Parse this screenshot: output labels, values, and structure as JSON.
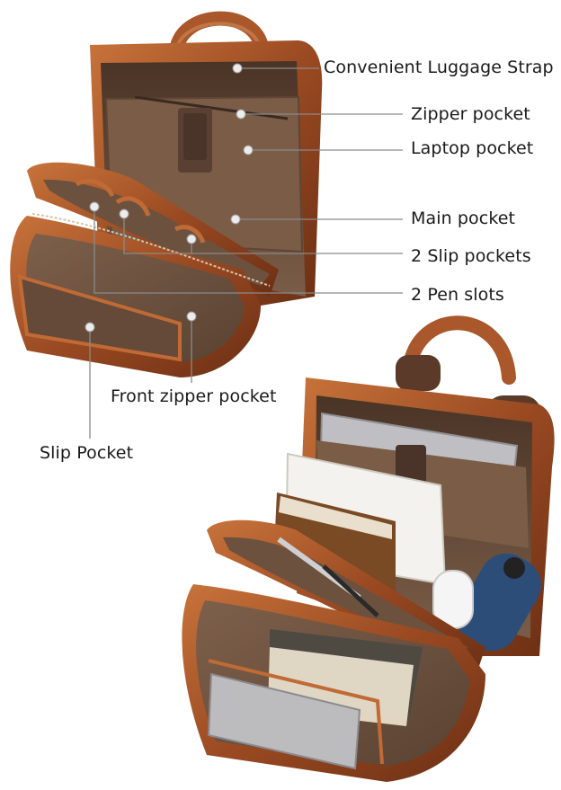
{
  "callouts": {
    "luggage_strap": "Convenient Luggage Strap",
    "zipper_pocket": "Zipper pocket",
    "laptop_pocket": "Laptop pocket",
    "main_pocket": "Main pocket",
    "slip_pockets": "2 Slip pockets",
    "pen_slots": "2 Pen slots",
    "front_zipper_pocket": "Front zipper pocket",
    "slip_pocket": "Slip Pocket"
  },
  "colors": {
    "leather": "#a0522d",
    "leather_dark": "#6b2f14",
    "leather_light": "#c87a45",
    "lining": "#6e5340",
    "lining_dark": "#4a3426",
    "lining_light": "#8a6b55",
    "leader_line": "#8a8a8a",
    "dot": "#e8e8e8"
  }
}
